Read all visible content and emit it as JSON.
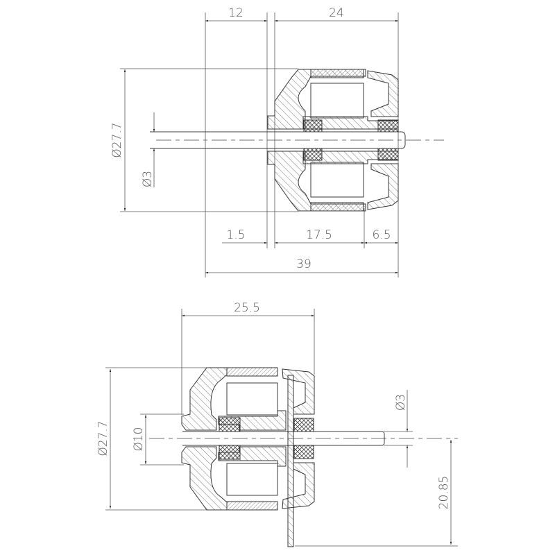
{
  "drawing": {
    "type": "motor-section-technical-drawing",
    "line_color": "#3a3a3a",
    "text_color": "#555555",
    "background": "#ffffff"
  },
  "top_view": {
    "dims": {
      "flange_offset": "12",
      "body_length": "24",
      "outer_diameter": "Ø27.7",
      "shaft_diameter": "Ø3",
      "mount_thickness": "1.5",
      "stator_length": "17.5",
      "bell_length": "6.5",
      "overall_length": "39"
    }
  },
  "bottom_view": {
    "dims": {
      "body_length": "25.5",
      "outer_diameter": "Ø27.7",
      "hub_diameter": "Ø10",
      "shaft_diameter": "Ø3",
      "mount_height": "20.85"
    }
  }
}
